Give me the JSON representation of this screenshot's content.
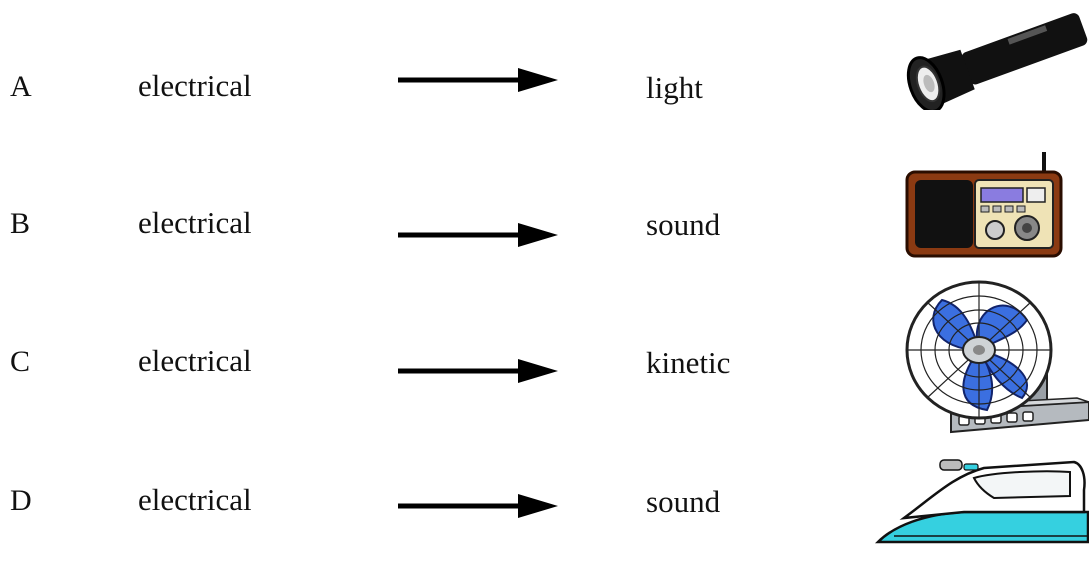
{
  "rows": [
    {
      "letter": "A",
      "from": "electrical",
      "to": "light",
      "icon": "flashlight-icon"
    },
    {
      "letter": "B",
      "from": "electrical",
      "to": "sound",
      "icon": "radio-icon"
    },
    {
      "letter": "C",
      "from": "electrical",
      "to": "kinetic",
      "icon": "fan-icon"
    },
    {
      "letter": "D",
      "from": "electrical",
      "to": "sound",
      "icon": "iron-icon"
    }
  ],
  "colors": {
    "fan_blade": "#3b6fe0",
    "radio_case": "#8b3a12",
    "iron_water": "#35d0e0"
  }
}
